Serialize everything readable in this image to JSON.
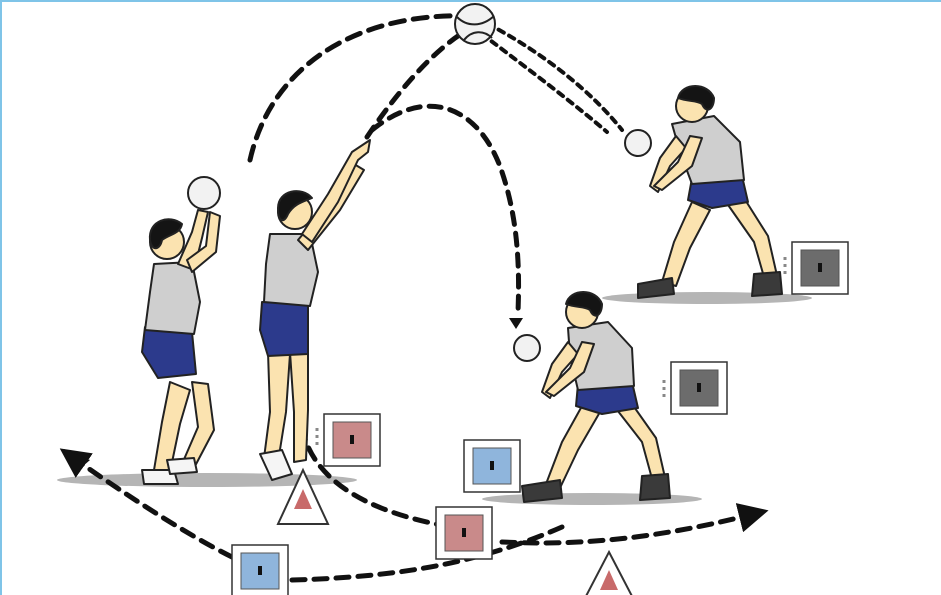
{
  "diagram": {
    "colors": {
      "frame": "#7fc4e8",
      "path": "#111111",
      "skin": "#fbe3b0",
      "hair": "#141414",
      "shirt": "#cfcfcf",
      "shorts": "#2c3a8c",
      "shoe": "#3a3a3a",
      "ball": "#f2f2f2",
      "ground": "#b5b5b5",
      "marker_red": "#c98a8a",
      "marker_blue": "#8fb5dc",
      "marker_gray": "#6c6c6c",
      "cone_red": "#c86a6a"
    },
    "players": [
      {
        "id": "setter-ready",
        "pose": "set-ready"
      },
      {
        "id": "setter-release",
        "pose": "set-release"
      },
      {
        "id": "passer-back",
        "pose": "forearm-pass"
      },
      {
        "id": "passer-front",
        "pose": "forearm-pass"
      }
    ],
    "markers": [
      {
        "id": "marker-1",
        "color": "red"
      },
      {
        "id": "marker-2",
        "color": "blue"
      },
      {
        "id": "marker-3",
        "color": "red"
      },
      {
        "id": "marker-4",
        "color": "blue"
      },
      {
        "id": "marker-5",
        "color": "gray"
      },
      {
        "id": "marker-6",
        "color": "gray"
      }
    ],
    "cones": 2,
    "balls": 4,
    "paths": [
      "setter-to-top-ball",
      "top-ball-to-passer-back",
      "setter-arc-to-front-passer",
      "floor-run-left",
      "floor-run-right",
      "floor-run-bottom"
    ]
  }
}
